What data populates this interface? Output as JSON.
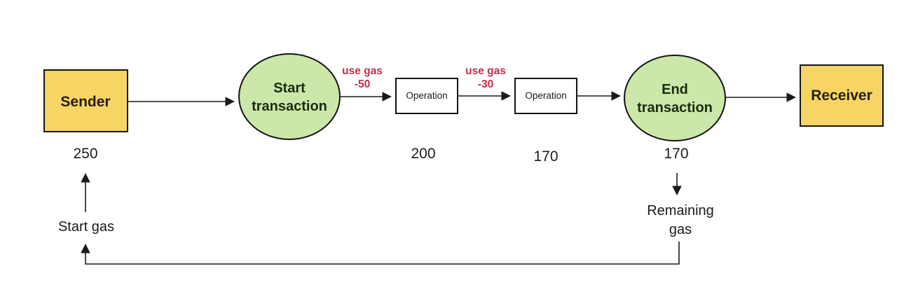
{
  "diagram": {
    "nodes": {
      "sender": {
        "label": "Sender",
        "value": "250"
      },
      "start_transaction": {
        "label_line1": "Start",
        "label_line2": "transaction"
      },
      "operation1": {
        "label": "Operation",
        "value": "200"
      },
      "operation2": {
        "label": "Operation",
        "value": "170"
      },
      "end_transaction": {
        "label_line1": "End",
        "label_line2": "transaction",
        "value": "170"
      },
      "receiver": {
        "label": "Receiver"
      }
    },
    "edge_labels": {
      "use_gas_1_line1": "use gas",
      "use_gas_1_line2": "-50",
      "use_gas_2_line1": "use gas",
      "use_gas_2_line2": "-30"
    },
    "annotations": {
      "start_gas": "Start gas",
      "remaining_line1": "Remaining",
      "remaining_line2": "gas"
    },
    "colors": {
      "node_yellow": "#f6d565",
      "node_green": "#cbe7a9",
      "operation_fill": "#ffffff",
      "accent_red": "#c0304d",
      "line": "#1a1a1a"
    }
  }
}
